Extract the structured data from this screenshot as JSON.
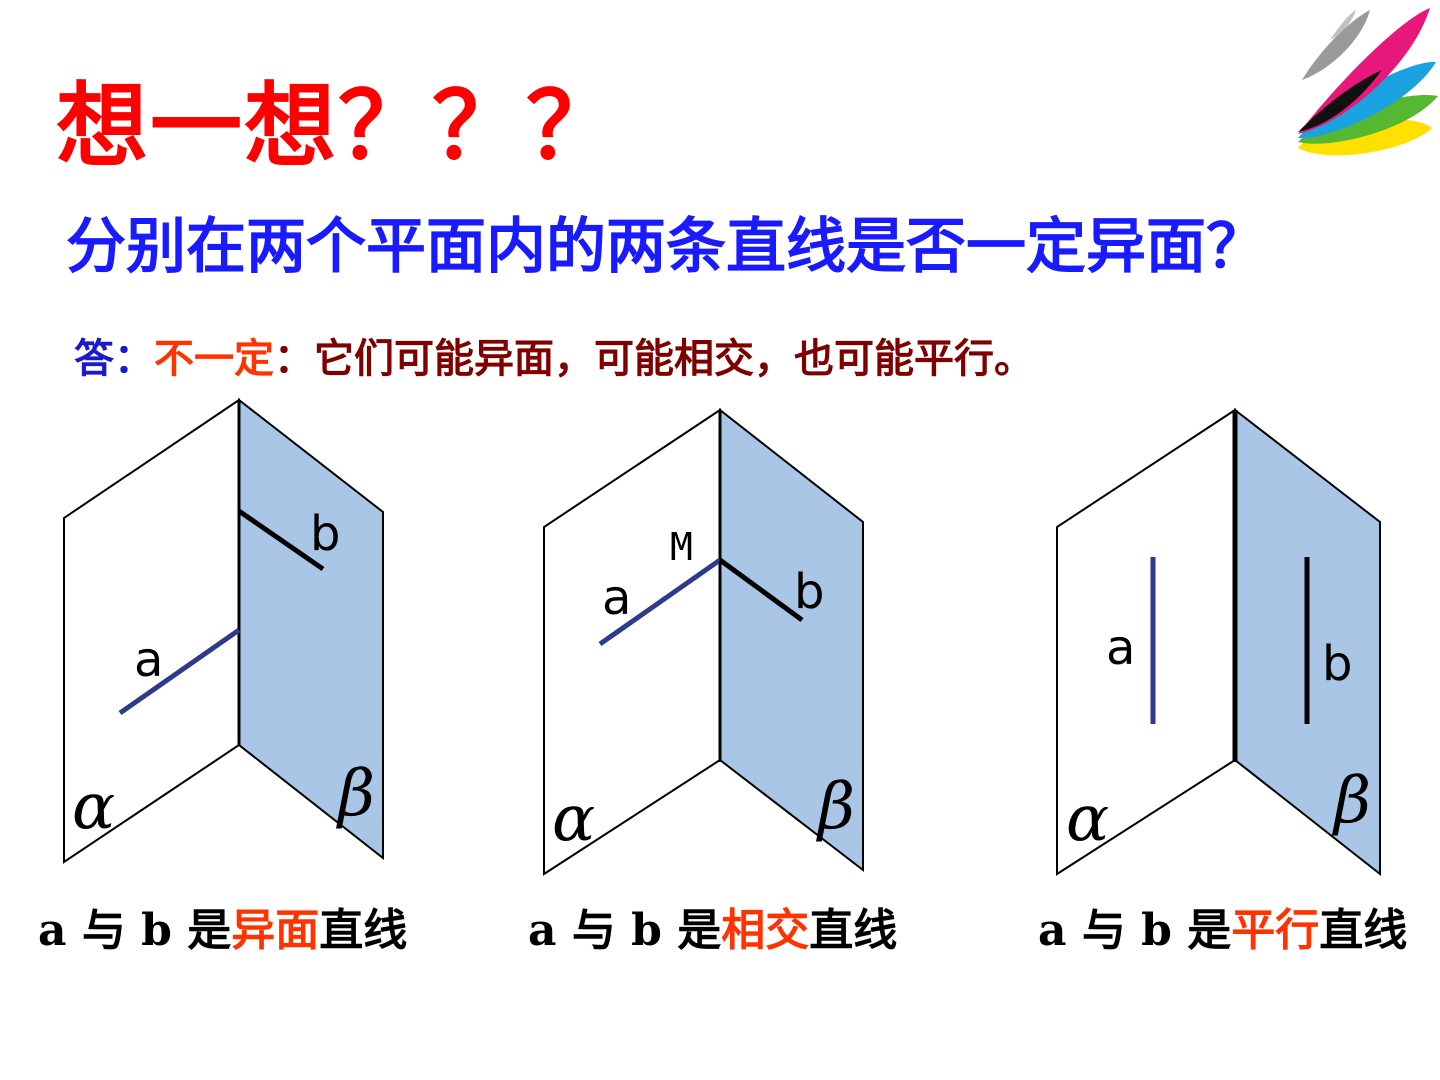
{
  "title": "想一想？？？",
  "question": "分别在两个平面内的两条直线是否一定异面？",
  "answer": {
    "label": "答：",
    "key": "不一定",
    "rest": "：它们可能异面，可能相交，也可能平行。"
  },
  "figures": [
    {
      "line_a": "a",
      "line_b": "b",
      "plane_alpha": "α",
      "plane_beta": "β",
      "caption_prefix": "a 与 b 是",
      "caption_emph": "异面",
      "caption_suffix": "直线"
    },
    {
      "line_a": "a",
      "line_b": "b",
      "point": "M",
      "plane_alpha": "α",
      "plane_beta": "β",
      "caption_prefix": "a 与 b 是",
      "caption_emph": "相交",
      "caption_suffix": "直线"
    },
    {
      "line_a": "a",
      "line_b": "b",
      "plane_alpha": "α",
      "plane_beta": "β",
      "caption_prefix": "a 与 b 是",
      "caption_emph": "平行",
      "caption_suffix": "直线"
    }
  ],
  "colors": {
    "title": "#ff0000",
    "question": "#1a1aff",
    "answer_label": "#1a1acc",
    "answer_key": "#ff3300",
    "answer_rest": "#800000",
    "plane_beta_fill": "#a9c6e6",
    "line_a": "#2e3a8c",
    "line_b": "#000000"
  }
}
